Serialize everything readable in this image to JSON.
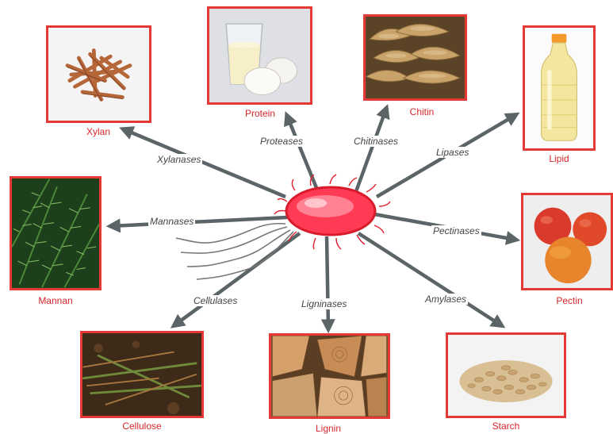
{
  "colors": {
    "arrow": "#5b6466",
    "frame": "#e53935",
    "substrate_label": "#d7262b",
    "enzyme_label": "#444444",
    "cell_fill": "#ff5a6e",
    "cell_outline": "#e0202e"
  },
  "enzymes": [
    {
      "id": "xylanases",
      "label": "Xylanases"
    },
    {
      "id": "proteases",
      "label": "Proteases"
    },
    {
      "id": "chitinases",
      "label": "Chitinases"
    },
    {
      "id": "lipases",
      "label": "Lipases"
    },
    {
      "id": "mannases",
      "label": "Mannases"
    },
    {
      "id": "pectinases",
      "label": "Pectinases"
    },
    {
      "id": "cellulases",
      "label": "Cellulases"
    },
    {
      "id": "ligninases",
      "label": "Ligninases"
    },
    {
      "id": "amylases",
      "label": "Amylases"
    }
  ],
  "substrates": [
    {
      "id": "xylan",
      "label": "Xylan",
      "picture": "wooden-sticks"
    },
    {
      "id": "protein",
      "label": "Protein",
      "picture": "milk-and-eggs"
    },
    {
      "id": "chitin",
      "label": "Chitin",
      "picture": "bracket-fungus"
    },
    {
      "id": "lipid",
      "label": "Lipid",
      "picture": "oil-bottle"
    },
    {
      "id": "mannan",
      "label": "Mannan",
      "picture": "conifer-needles"
    },
    {
      "id": "pectin",
      "label": "Pectin",
      "picture": "apples"
    },
    {
      "id": "cellulose",
      "label": "Cellulose",
      "picture": "fallen-branches"
    },
    {
      "id": "lignin",
      "label": "Lignin",
      "picture": "firewood-logs"
    },
    {
      "id": "starch",
      "label": "Starch",
      "picture": "oat-flakes"
    }
  ]
}
